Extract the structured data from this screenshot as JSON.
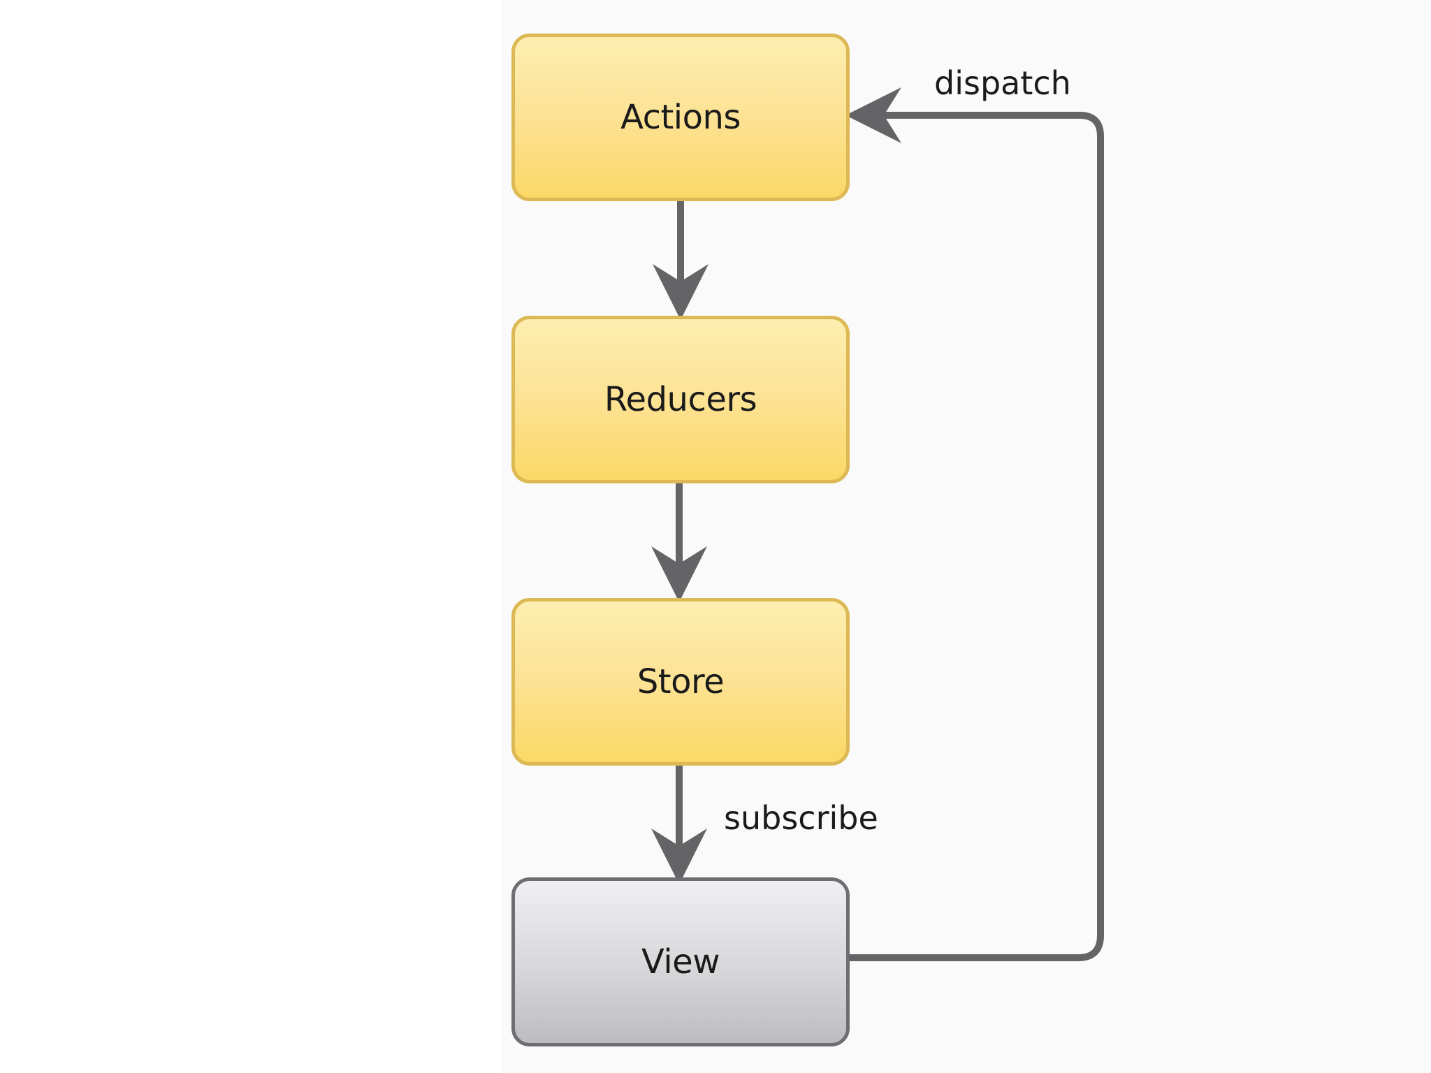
{
  "nodes": {
    "actions": "Actions",
    "reducers": "Reducers",
    "store": "Store",
    "view": "View"
  },
  "edge_labels": {
    "dispatch": "dispatch",
    "subscribe": "subscribe"
  },
  "colors": {
    "box_fill": "#fce294",
    "box_border": "#dcb955",
    "view_fill": "#d7d7da",
    "view_border": "#6e6e72",
    "arrow": "#646467"
  }
}
